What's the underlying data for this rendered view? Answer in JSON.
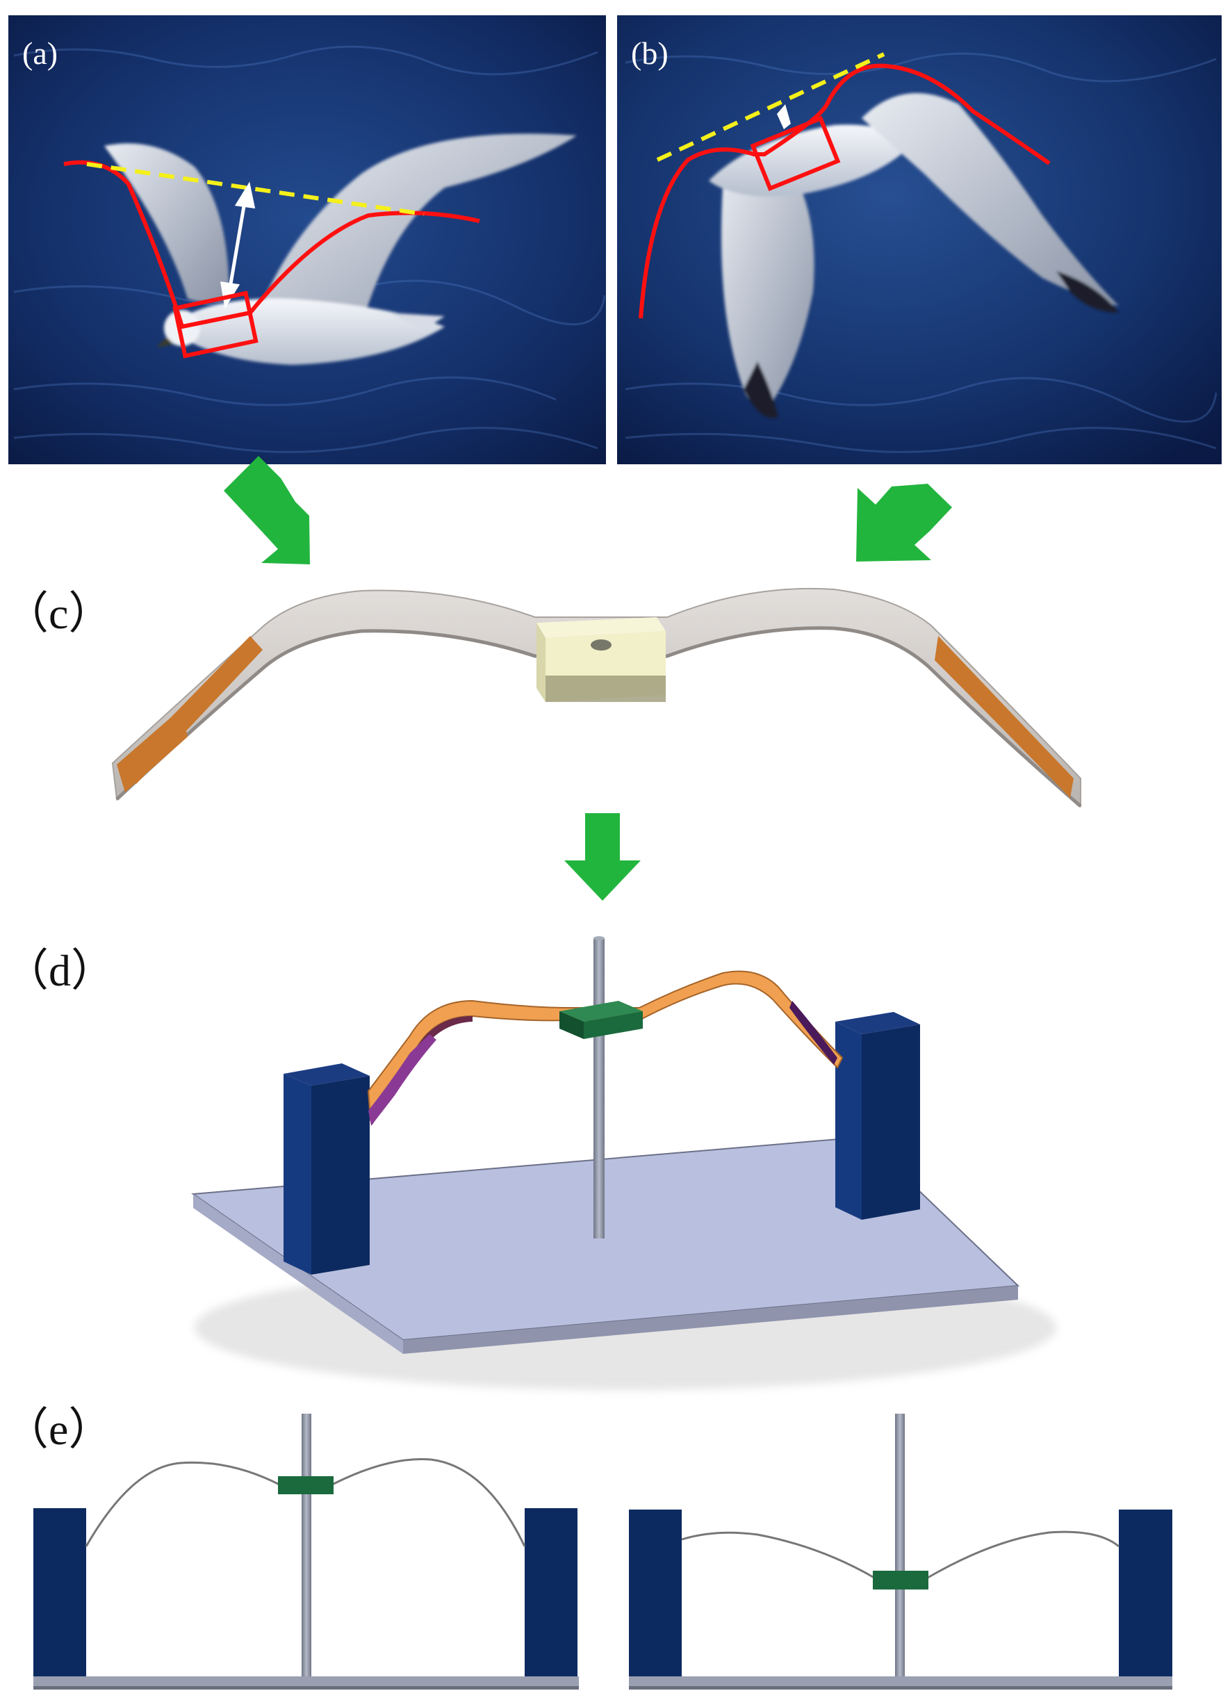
{
  "panels": [
    {
      "id": "a",
      "label": "(a)"
    },
    {
      "id": "b",
      "label": "(b)"
    },
    {
      "id": "c",
      "label": "（c）"
    },
    {
      "id": "d",
      "label": "（d）"
    },
    {
      "id": "e",
      "label": "（e）"
    }
  ],
  "colors": {
    "sea_dark": "#0d1f4f",
    "sea_mid": "#1d3a7a",
    "wing_outline": "#ff1010",
    "dashed_line": "#f5f01a",
    "arrow": "#22b53e",
    "strip": "#d3cfcc",
    "piezo_patch": "#c9772c",
    "center_block": "#f2f0c8",
    "pillar": "#0d2a60",
    "pillar_side": "#163a80",
    "base_plate": "#b9c0df",
    "rod": "#8c93a3",
    "clamp": "#1a6a3d",
    "beam_orange": "#f0a050",
    "patch_purple": "#8a3a94"
  },
  "icons": [
    "seagull-photo",
    "down-right-arrow-icon",
    "down-left-arrow-icon",
    "down-arrow-icon"
  ]
}
